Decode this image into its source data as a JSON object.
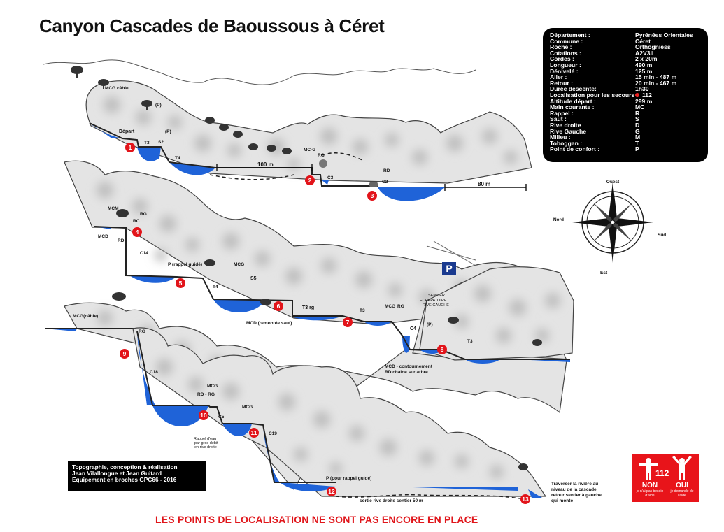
{
  "title": "Canyon Cascades de Baoussous à Céret",
  "info": [
    {
      "key": "Département :",
      "value": "Pyrénées Orientales"
    },
    {
      "key": "Commune :",
      "value": "Céret"
    },
    {
      "key": "Roche :",
      "value": "Orthogniess"
    },
    {
      "key": "Cotations :",
      "value": "A2V3II"
    },
    {
      "key": "Cordes :",
      "value": "2 x 20m"
    },
    {
      "key": "Longueur :",
      "value": "490 m"
    },
    {
      "key": "Dénivelé :",
      "value": "125 m"
    },
    {
      "key": "Aller :",
      "value": "15 min - 487 m"
    },
    {
      "key": "Retour :",
      "value": "20 min - 467 m"
    },
    {
      "key": "Durée descente:",
      "value": "1h30"
    },
    {
      "key": "Localisation pour les secours :",
      "value": "112"
    },
    {
      "key": "Altitude départ :",
      "value": "299 m"
    },
    {
      "key": "Main courante :",
      "value": "MC"
    },
    {
      "key": "Rappel :",
      "value": "R"
    },
    {
      "key": "Saut :",
      "value": "S"
    },
    {
      "key": "Rive droite",
      "value": "D"
    },
    {
      "key": "Rive Gauche",
      "value": "G"
    },
    {
      "key": "Milieu :",
      "value": "M"
    },
    {
      "key": "Toboggan :",
      "value": "T"
    },
    {
      "key": "Point de confort :",
      "value": "P"
    }
  ],
  "compass": {
    "north": "Nord",
    "south": "Sud",
    "east": "Est",
    "west": "Ouest"
  },
  "credits": [
    "Topographie, conception & réalisation",
    "Jean Vilallongue et Jean Guitard",
    "Equipement en broches GPC66 - 2016"
  ],
  "warning": "LES POINTS DE LOCALISATION NE SONT PAS ENCORE EN PLACE",
  "sos": {
    "number": "112",
    "no_label": "NON",
    "no_sub": "je n'ai pas besoin d'aide",
    "yes_label": "OUI",
    "yes_sub": "je demande de l'aide"
  },
  "distances": {
    "d1": "100 m",
    "d2": "80 m"
  },
  "parking": "P",
  "waypoints": [
    "1",
    "2",
    "3",
    "4",
    "5",
    "6",
    "7",
    "8",
    "9",
    "10",
    "11",
    "12",
    "13"
  ],
  "labels": {
    "mcg_cable_top": "MCG câble",
    "p_top": "(P)",
    "depart": "Départ",
    "t3": "T3",
    "s2": "S2",
    "p2": "(P)",
    "t4": "T4",
    "mcg": "MC-G",
    "rg": "RG",
    "c3": "C3",
    "rd": "RD",
    "c2": "C2",
    "mcm": "MCM",
    "rg2": "RG",
    "rc": "RC",
    "mcd": "MCD",
    "rd2": "RD",
    "c14": "C14",
    "p_rappel": "P (rappel guidé)",
    "mcg2": "MCG",
    "s5": "S5",
    "t4b": "T4",
    "t3rg": "T3 rg",
    "mcd_saut": "MCD (remontée saut)",
    "t3b": "T3",
    "mcg3": "MCG",
    "rg3": "RG",
    "sentier1": "SENTIER",
    "sentier2": "ECHAPATOIRE",
    "sentier3": "RIVE GAUCHE",
    "c4": "C4",
    "p3": "(P)",
    "t3c": "T3",
    "mcd_cont1": "MCD -  contournement",
    "mcd_cont2": "RD chaine sur arbre",
    "mcg_cable2": "MCG(câble)",
    "rg4": "RG",
    "c18": "C18",
    "mcg4": "MCG",
    "rdrg": "RD - RG",
    "c5": "C5",
    "mcg5": "MCG",
    "c19": "C19",
    "rappel_eau1": "Rappel d'eau",
    "rappel_eau2": "par gros débit",
    "rappel_eau3": "en rive droite",
    "p_rappel2": "P (pour rappel guidé)",
    "sortie": "sortie rive droite sentier 50 m",
    "traverse1": "Traverser la rivière au",
    "traverse2": "niveau de la cascade",
    "traverse3": "retour sentier à gauche",
    "traverse4": "qui monte"
  }
}
